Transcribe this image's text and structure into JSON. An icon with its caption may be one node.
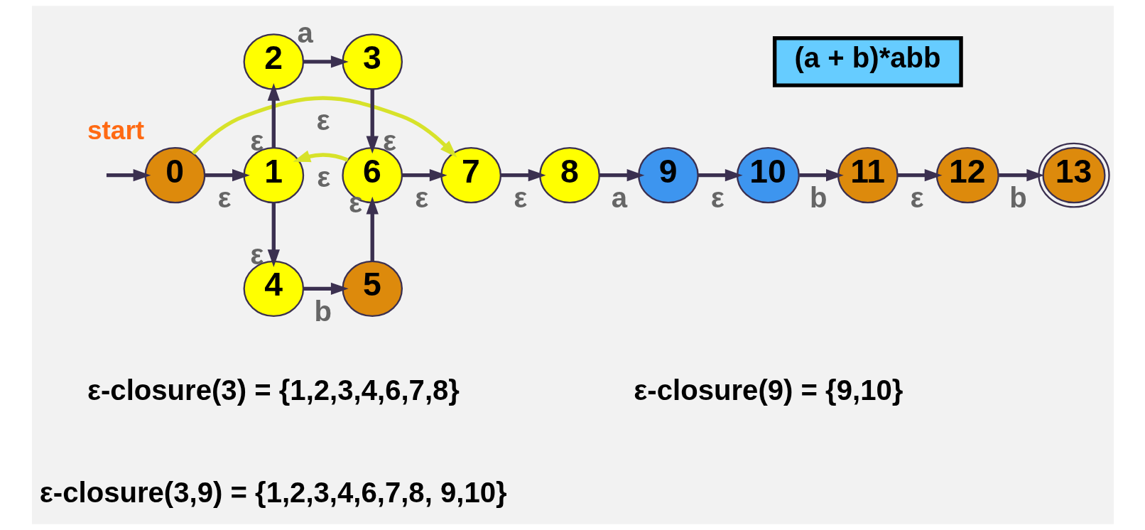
{
  "diagram": {
    "nodes": [
      {
        "text": [
          "0"
        ],
        "beside": [
          "start"
        ]
      },
      {
        "text": [
          "1"
        ]
      },
      {
        "text": [
          "2"
        ]
      },
      {
        "text": [
          "3"
        ]
      },
      {
        "text": [
          "4"
        ]
      },
      {
        "text": [
          "5"
        ]
      },
      {
        "text": [
          "6"
        ]
      },
      {
        "text": [
          "7"
        ]
      },
      {
        "text": [
          "8"
        ]
      },
      {
        "text": [
          "9"
        ]
      },
      {
        "text": [
          "10"
        ]
      },
      {
        "text": [
          "11"
        ]
      },
      {
        "text": [
          "12"
        ]
      },
      {
        "text": [
          "13"
        ]
      },
      {
        "text": [
          "(a + b)*abb"
        ]
      }
    ],
    "edges": [
      {
        "from": null,
        "to": 0,
        "arrow": "to"
      },
      {
        "from": 0,
        "to": 1,
        "arrow": "to",
        "label": "ε"
      },
      {
        "from": 1,
        "to": 2,
        "arrow": "to",
        "label": "ε"
      },
      {
        "from": 2,
        "to": 3,
        "arrow": "to",
        "label": "a"
      },
      {
        "from": 3,
        "to": 6,
        "arrow": "to",
        "label": "ε"
      },
      {
        "from": 1,
        "to": 4,
        "arrow": "to",
        "label": "ε"
      },
      {
        "from": 4,
        "to": 5,
        "arrow": "to",
        "label": "b"
      },
      {
        "from": 5,
        "to": 6,
        "arrow": "to",
        "label": "ε"
      },
      {
        "from": 6,
        "to": 1,
        "arrow": "to",
        "label": "ε",
        "color": "#d7e22a"
      },
      {
        "from": 0,
        "to": 7,
        "arrow": "to",
        "label": "ε",
        "color": "#d7e22a"
      },
      {
        "from": 6,
        "to": 7,
        "arrow": "to",
        "label": "ε"
      },
      {
        "from": 7,
        "to": 8,
        "arrow": "to",
        "label": "ε"
      },
      {
        "from": 8,
        "to": 9,
        "arrow": "to",
        "label": "a"
      },
      {
        "from": 9,
        "to": 10,
        "arrow": "to",
        "label": "ε"
      },
      {
        "from": 10,
        "to": 11,
        "arrow": "to",
        "label": "b"
      },
      {
        "from": 11,
        "to": 12,
        "arrow": "to",
        "label": "ε"
      },
      {
        "from": 12,
        "to": 13,
        "arrow": "to",
        "label": "b"
      }
    ],
    "labels": [
      "ε-closure(3) = {1,2,3,4,6,7,8}",
      "ε-closure(9) = {9,10}",
      "ε-closure(3,9) = {1,2,3,4,6,7,8, 9,10}"
    ]
  }
}
